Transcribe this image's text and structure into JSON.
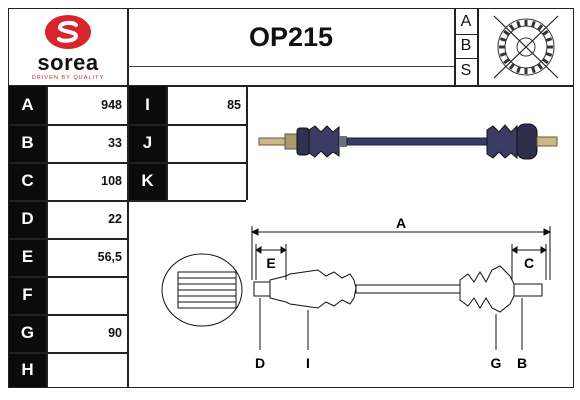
{
  "logo": {
    "brand": "sorea",
    "tagline": "DRIVEN BY QUALITY",
    "color": "#d6262b"
  },
  "reference": "OP215",
  "abs_letters": [
    "A",
    "B",
    "S"
  ],
  "abs_icon": "abs-sensor-ring-crossed-icon",
  "specs_left": [
    {
      "letter": "A",
      "value": "948"
    },
    {
      "letter": "B",
      "value": "33"
    },
    {
      "letter": "C",
      "value": "108"
    },
    {
      "letter": "D",
      "value": "22"
    },
    {
      "letter": "E",
      "value": "56,5"
    },
    {
      "letter": "F",
      "value": ""
    },
    {
      "letter": "G",
      "value": "90"
    },
    {
      "letter": "H",
      "value": ""
    }
  ],
  "specs_right": [
    {
      "letter": "I",
      "value": "85"
    },
    {
      "letter": "J",
      "value": ""
    },
    {
      "letter": "K",
      "value": ""
    }
  ],
  "diagram_labels": {
    "a": "A",
    "b": "B",
    "c": "C",
    "d": "D",
    "e": "E",
    "g": "G",
    "i": "I"
  }
}
